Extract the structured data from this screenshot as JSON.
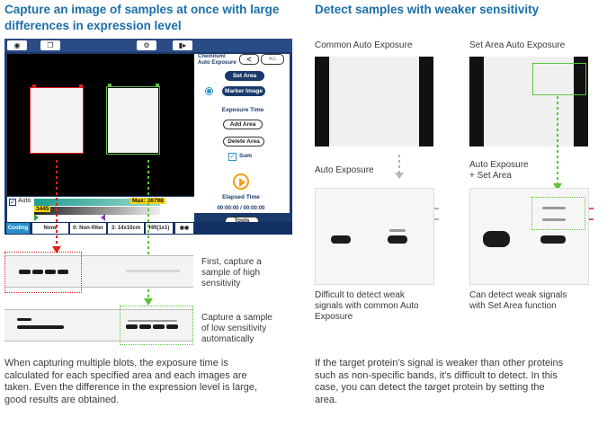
{
  "left_section": {
    "heading_line1": "Capture an image of samples at once with large",
    "heading_line2": "differences in expression level",
    "annotation_first": [
      "First, capture a",
      "sample of high",
      "sensitivity"
    ],
    "annotation_second": [
      "Capture a sample",
      "of low sensitivity",
      "automatically"
    ],
    "description": [
      "When capturing multiple blots, the exposure time is",
      "calculated for each specified area and each images are",
      "taken. Even the difference in the expression level is large,",
      "good results are obtained."
    ]
  },
  "device_ui": {
    "title_line1": "Chemiluml",
    "title_line2": "Auto Exposure",
    "back_glyph": "<",
    "set_area_label": "Set Area",
    "marker_image_label": "Marker Image",
    "exposure_time_label": "Exposure Time",
    "add_area_label": "Add Area",
    "delete_area_label": "Delete Area",
    "sum_label": "Sum",
    "elapsed_time_label": "Elapsed Time",
    "elapsed_time_value": "00:00:00 / 00:00:00",
    "tools_label": "Tools",
    "auto_label": "Auto",
    "max_label": "Max: 36798",
    "min_value": "3445",
    "bottom": {
      "cooling": "Cooling",
      "none": "None",
      "filter": "0: Non-filter",
      "size": "3: 14x10cm",
      "hr": "HR(1x1)"
    },
    "icons": [
      "camera-icon",
      "copy-icon",
      "gear-icon",
      "exit-icon",
      "home-icon",
      "play-icon"
    ],
    "colors": {
      "frame": "#1a3a6b",
      "accent": "#f39c12",
      "red_box": "#e02020",
      "green_box": "#5cc43a"
    }
  },
  "right_section": {
    "heading": "Detect samples with weaker sensitivity",
    "label_common": "Common Auto Exposure",
    "label_set_area": "Set Area Auto Exposure",
    "label_auto": "Auto Exposure",
    "label_auto_set_line1": "Auto   Exposure",
    "label_auto_set_line2": "+ Set Area",
    "caption_left": [
      "Difficult to detect weak",
      "signals with common Auto",
      "Exposure"
    ],
    "caption_right": [
      "Can detect weak signals",
      "with Set Area function"
    ],
    "description": [
      "If the target protein’s signal is weaker than other proteins",
      "such as non-specific bands, it’s difficult to detect. In this",
      "case, you can detect the target protein by setting the",
      "area."
    ]
  }
}
